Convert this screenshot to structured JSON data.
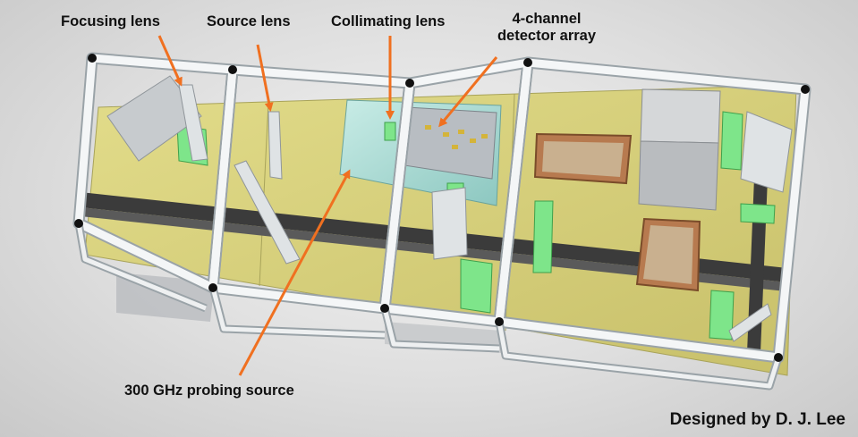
{
  "labels": {
    "focusing_lens": "Focusing lens",
    "source_lens": "Source lens",
    "collimating_lens": "Collimating lens",
    "detector_array_line1": "4-channel",
    "detector_array_line2": "detector array",
    "probing_source": "300 GHz probing source"
  },
  "credit": "Designed by D. J. Lee",
  "colors": {
    "arrow": "#f07020",
    "frame": "#f4f6f7",
    "frame_edge": "#9aa3a8",
    "base_plate": "#d8d27a",
    "rail": "#3c3c3c",
    "lens_mount": "#7ee58a",
    "enclosure": "#9fd7d1",
    "wood_box": "#b77a4f",
    "stage_bg": "#e4e4e4"
  }
}
